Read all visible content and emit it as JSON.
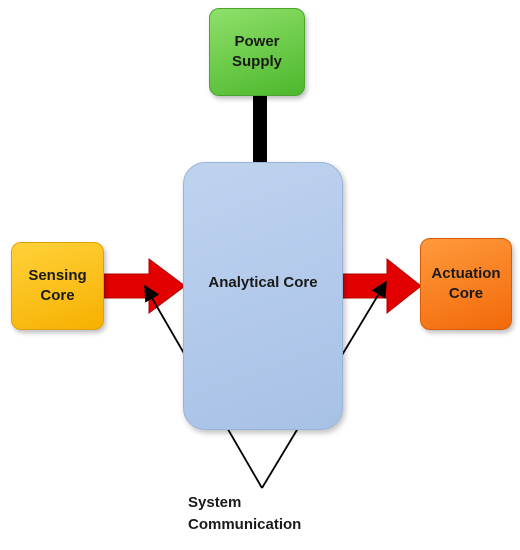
{
  "nodes": {
    "power_supply": "Power\nSupply",
    "analytical_core": "Analytical Core",
    "sensing_core": "Sensing\nCore",
    "actuation_core": "Actuation\nCore"
  },
  "annotation": {
    "system_communication": "System\nCommunication"
  },
  "colors": {
    "power_supply": "#5cc43a",
    "analytical_core": "#aec6e8",
    "sensing_core": "#fbbd13",
    "actuation_core": "#f8781e",
    "arrow_fill": "#e30000",
    "connector": "#000000"
  }
}
